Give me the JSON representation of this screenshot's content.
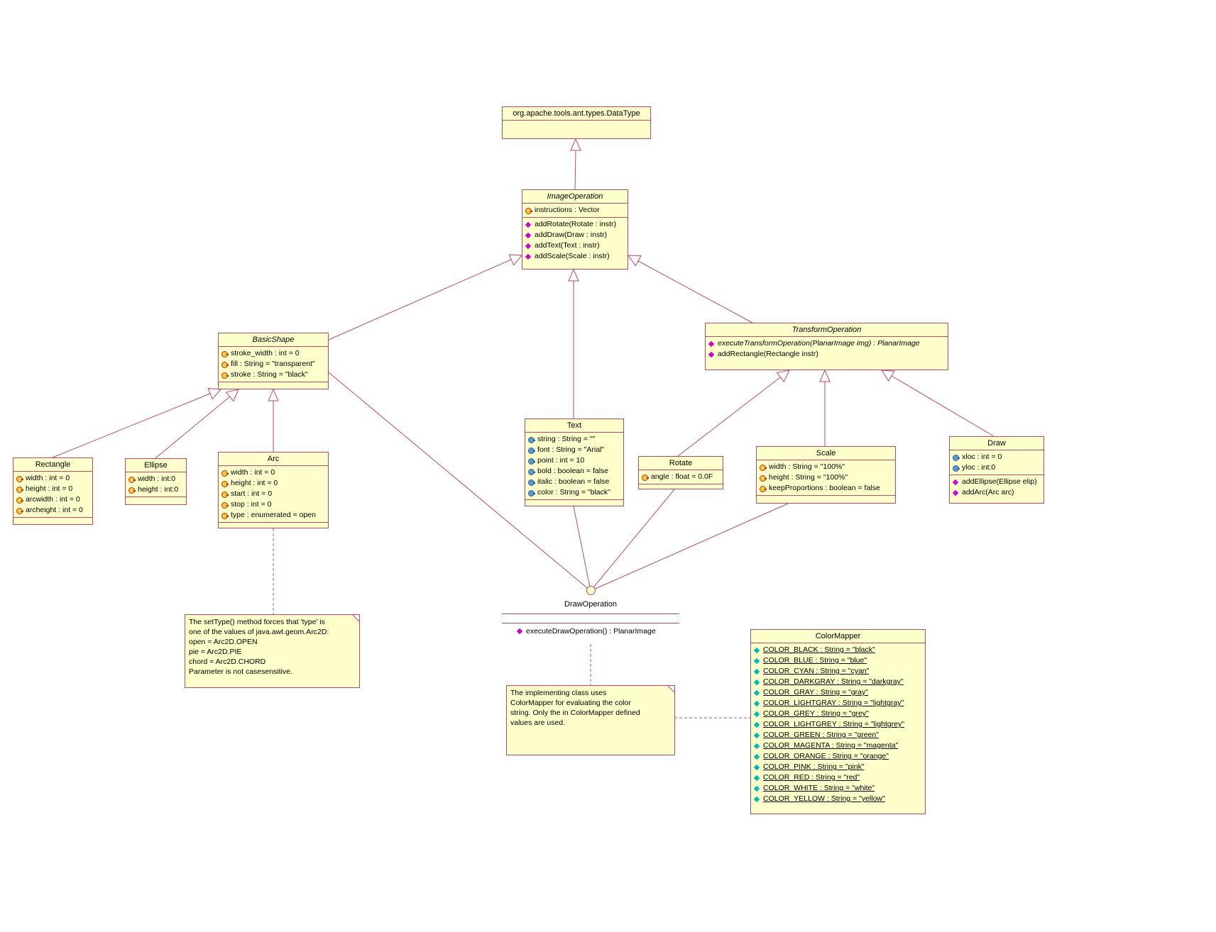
{
  "colors": {
    "line": "#b34d66",
    "box_fill": "#ffffcc",
    "method_icon": "#cc00cc",
    "attr_icon": "#ffcc33",
    "attr_icon_blue": "#5b9bd5",
    "static_icon": "#00b8b8"
  },
  "classes": {
    "datatype": {
      "name": "org.apache.tools.ant.types.DataType"
    },
    "image_operation": {
      "name": "ImageOperation",
      "attrs": [
        "instructions : Vector"
      ],
      "methods": [
        "addRotate(Rotate : instr)",
        "addDraw(Draw : instr)",
        "addText(Text : instr)",
        "addScale(Scale : instr)"
      ]
    },
    "basic_shape": {
      "name": "BasicShape",
      "attrs": [
        "stroke_width : int = 0",
        "fill : String = \"transparent\"",
        "stroke : String = \"black\""
      ]
    },
    "transform_operation": {
      "name": "TransformOperation",
      "methods": [
        "executeTransformOperation(PlanarImage img) : PlanarImage",
        "addRectangle(Rectangle instr)"
      ]
    },
    "rectangle": {
      "name": "Rectangle",
      "attrs": [
        "width : int = 0",
        "height : int = 0",
        "arcwidth : int = 0",
        "archeight : int = 0"
      ]
    },
    "ellipse": {
      "name": "Ellipse",
      "attrs": [
        "width : int:0",
        "height : int:0"
      ]
    },
    "arc": {
      "name": "Arc",
      "attrs": [
        "width : int = 0",
        "height : int = 0",
        "start : int = 0",
        "stop : int = 0",
        "type : enumerated = open"
      ]
    },
    "text": {
      "name": "Text",
      "attrs": [
        "string : String = \"\"",
        "font : String = \"Arial\"",
        "point : int = 10",
        "bold : boolean = false",
        "italic : boolean = false",
        "color : String = \"black\""
      ]
    },
    "rotate": {
      "name": "Rotate",
      "attrs": [
        "angle : float = 0.0F"
      ]
    },
    "scale": {
      "name": "Scale",
      "attrs": [
        "width : String = \"100%\"",
        "height : String = \"100%\"",
        "keepProportions : boolean = false"
      ]
    },
    "draw": {
      "name": "Draw",
      "attrs": [
        "xloc : int = 0",
        "yloc : int:0"
      ],
      "methods": [
        "addEllipse(Ellipse elip)",
        "addArc(Arc arc)"
      ]
    },
    "color_mapper": {
      "name": "ColorMapper",
      "attrs": [
        "COLOR_BLACK : String = \"black\"",
        "COLOR_BLUE : String = \"blue\"",
        "COLOR_CYAN : String = \"cyan\"",
        "COLOR_DARKGRAY : String = \"darkgray\"",
        "COLOR_GRAY : String = \"gray\"",
        "COLOR_LIGHTGRAY : String = \"lightgray\"",
        "COLOR_GREY : String = \"grey\"",
        "COLOR_LIGHTGREY : String = \"lightgrey\"",
        "COLOR_GREEN : String = \"green\"",
        "COLOR_MAGENTA : String = \"magenta\"",
        "COLOR_ORANGE : String = \"orange\"",
        "COLOR_PINK : String = \"pink\"",
        "COLOR_RED : String = \"red\"",
        "COLOR_WHITE : String = \"white\"",
        "COLOR_YELLOW : String = \"yellow\""
      ]
    }
  },
  "interface": {
    "name": "DrawOperation",
    "method": "executeDrawOperation() : PlanarImage"
  },
  "notes": {
    "arc_note": {
      "lines": [
        "The setType() method forces that 'type' is",
        "one of the values of java.awt.geom.Arc2D:",
        "open = Arc2D.OPEN",
        "pie = Arc2D.PIE",
        "chord = Arc2D.CHORD",
        "Parameter is not casesensitive."
      ]
    },
    "color_note": {
      "lines": [
        "The implementing class uses",
        "ColorMapper for evaluating the color",
        "string. Only the in ColorMapper defined",
        "values are used."
      ]
    }
  }
}
